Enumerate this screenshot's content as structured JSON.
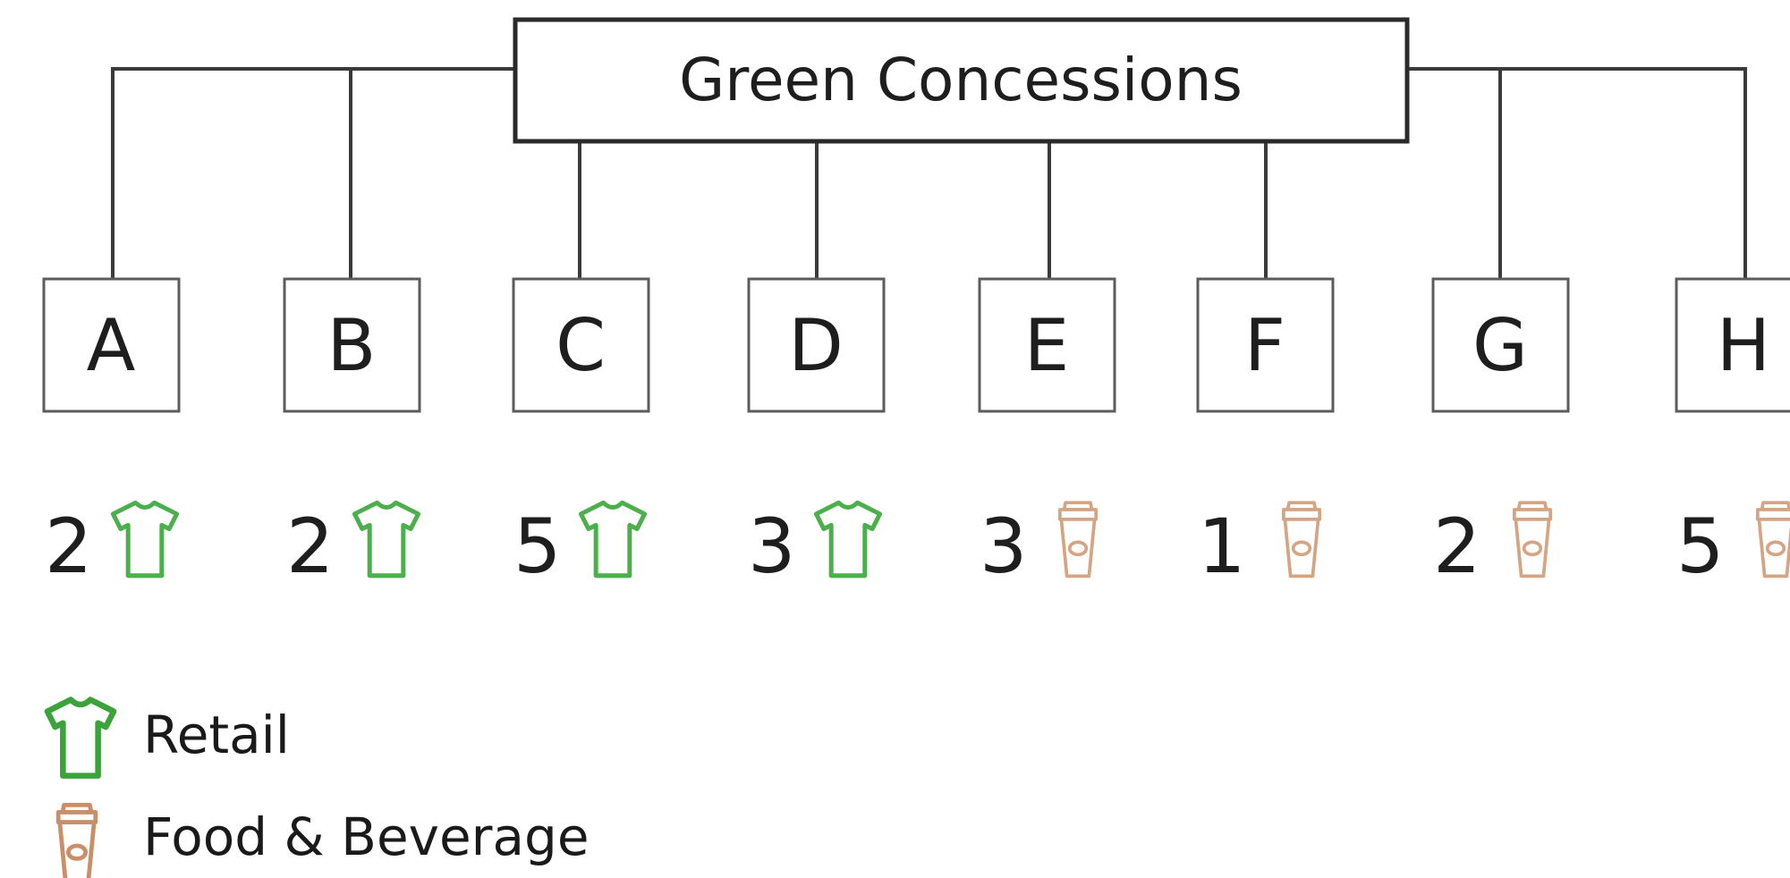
{
  "root": {
    "label": "Green Concessions"
  },
  "nodes": [
    {
      "label": "A",
      "count": "2",
      "category": "retail"
    },
    {
      "label": "B",
      "count": "2",
      "category": "retail"
    },
    {
      "label": "C",
      "count": "5",
      "category": "retail"
    },
    {
      "label": "D",
      "count": "3",
      "category": "retail"
    },
    {
      "label": "E",
      "count": "3",
      "category": "food-beverage"
    },
    {
      "label": "F",
      "count": "1",
      "category": "food-beverage"
    },
    {
      "label": "G",
      "count": "2",
      "category": "food-beverage"
    },
    {
      "label": "H",
      "count": "5",
      "category": "food-beverage"
    }
  ],
  "legend": {
    "retail": {
      "label": "Retail",
      "icon": "t-shirt-icon",
      "color": "#3aa33a"
    },
    "food_beverage": {
      "label": "Food & Beverage",
      "icon": "coffee-cup-icon",
      "color": "#c98f68"
    }
  }
}
